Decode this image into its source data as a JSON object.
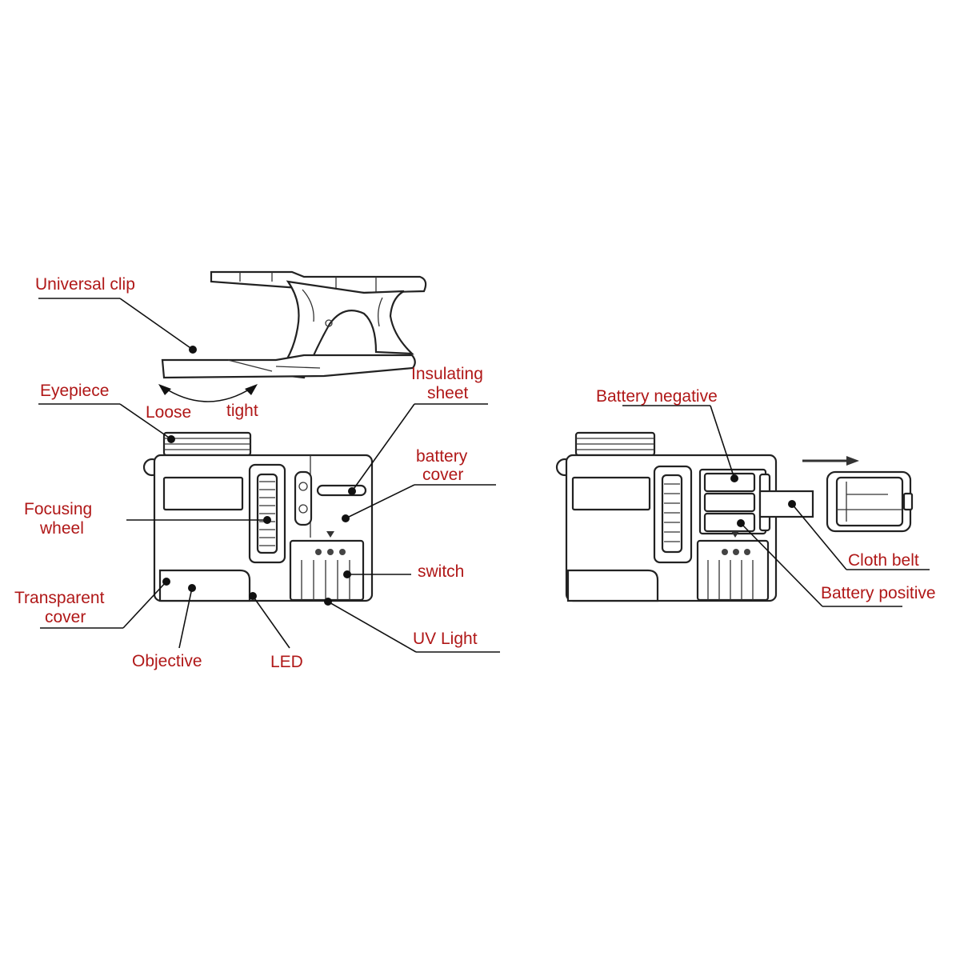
{
  "colors": {
    "label": "#b01818",
    "line": "#111111",
    "device": "#222222"
  },
  "labels": {
    "universal_clip": "Universal clip",
    "eyepiece": "Eyepiece",
    "loose": "Loose",
    "tight": "tight",
    "insulating_1": "Insulating",
    "insulating_2": "sheet",
    "battery_cover_1": "battery",
    "battery_cover_2": "cover",
    "focusing_1": "Focusing",
    "focusing_2": "wheel",
    "switch": "switch",
    "transparent_1": "Transparent",
    "transparent_2": "cover",
    "objective": "Objective",
    "led": "LED",
    "uv_light": "UV Light",
    "battery_negative": "Battery negative",
    "cloth_belt": "Cloth belt",
    "battery_positive": "Battery positive"
  }
}
